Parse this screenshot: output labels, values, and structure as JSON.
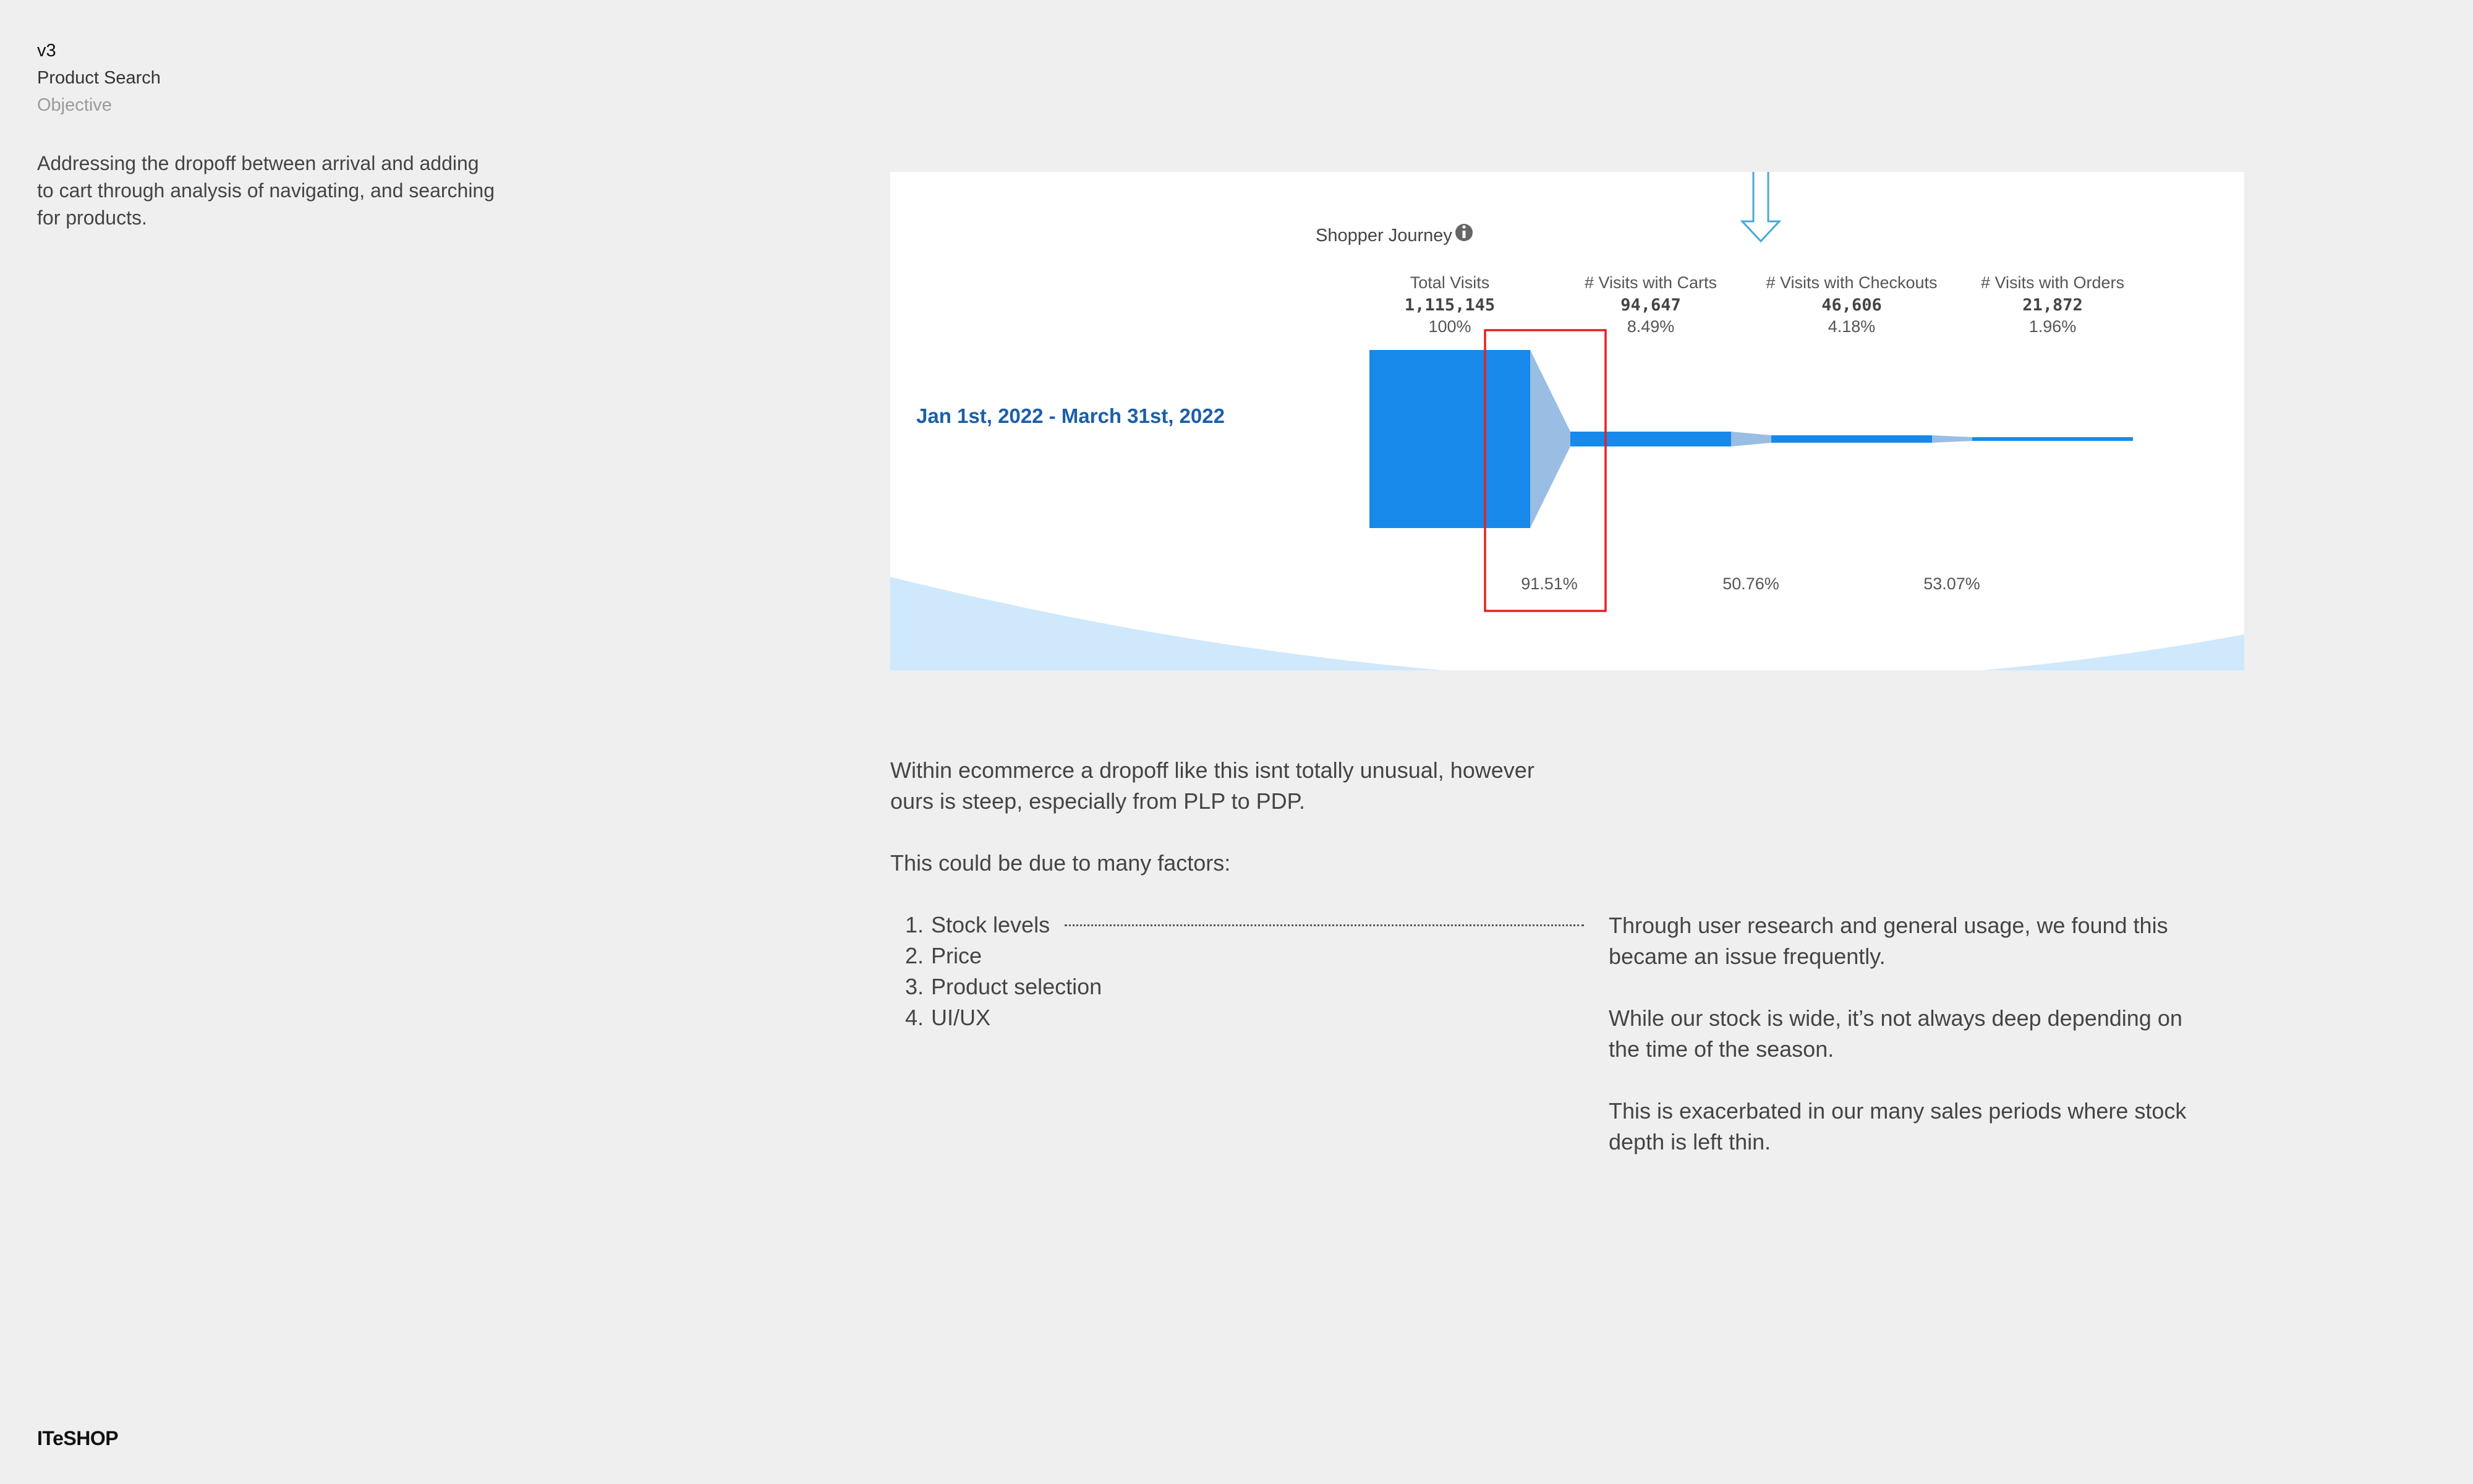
{
  "meta": {
    "version": "v3",
    "project": "Product Search",
    "section": "Objective"
  },
  "intro": "Addressing the dropoff between arrival and adding to cart through analysis of navigating, and searching for products.",
  "brand": "ITeSHOP",
  "funnel_card": {
    "title": "Shopper Journey",
    "date_range": "Jan 1st, 2022 - March 31st, 2022",
    "info_icon": "info-icon",
    "arrow_icon": "down-arrow-icon",
    "colors": {
      "bar": "#1789ea",
      "connector": "#9abde4",
      "highlight": "#e32222",
      "date": "#1b5fa8",
      "wave": "#cfe8fb",
      "arrow": "#4aa8d8"
    },
    "stages": [
      {
        "label": "Total Visits",
        "value": "1,115,145",
        "percent": "100%",
        "fraction": 1.0
      },
      {
        "label": "# Visits with Carts",
        "value": "94,647",
        "percent": "8.49%",
        "fraction": 0.0849
      },
      {
        "label": "# Visits with Checkouts",
        "value": "46,606",
        "percent": "4.18%",
        "fraction": 0.0418
      },
      {
        "label": "# Visits with Orders",
        "value": "21,872",
        "percent": "1.96%",
        "fraction": 0.0196
      }
    ],
    "dropoffs": [
      "91.51%",
      "50.76%",
      "53.07%"
    ]
  },
  "body": {
    "p1": "Within ecommerce a dropoff like this isnt totally unusual, however ours is steep, especially from PLP to PDP.",
    "p2": "This could be due to many factors:",
    "factors": [
      {
        "num": "1.",
        "label": "Stock levels"
      },
      {
        "num": "2.",
        "label": "Price"
      },
      {
        "num": "3.",
        "label": "Product selection"
      },
      {
        "num": "4.",
        "label": "UI/UX"
      }
    ],
    "notes": [
      "Through user research and general usage, we found this became an issue frequently.",
      "While our stock is wide, it’s not always deep depending on the time of the season.",
      "This is exacerbated in our many sales periods where stock depth is left thin."
    ]
  }
}
